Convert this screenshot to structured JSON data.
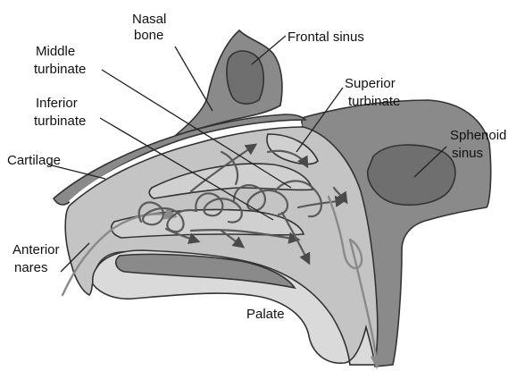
{
  "labels": {
    "nasal_bone": [
      "Nasal",
      "bone"
    ],
    "frontal_sinus": "Frontal sinus",
    "middle_turbinate": [
      "Middle",
      "turbinate"
    ],
    "superior_turbinate": [
      "Superior",
      "turbinate"
    ],
    "inferior_turbinate": [
      "Inferior",
      "turbinate"
    ],
    "sphenoid_sinus": [
      "Sphenoid",
      "sinus"
    ],
    "cartilage": "Cartilage",
    "anterior_nares": [
      "Anterior",
      "nares"
    ],
    "palate": "Palate"
  },
  "colors": {
    "bone_dark": "#8a8a8a",
    "sinus_dark": "#6f6f6f",
    "cavity_light": "#c4c4c4",
    "tissue_lighter": "#dadada",
    "outline": "#333333",
    "airflow": "#5a5a5a"
  }
}
